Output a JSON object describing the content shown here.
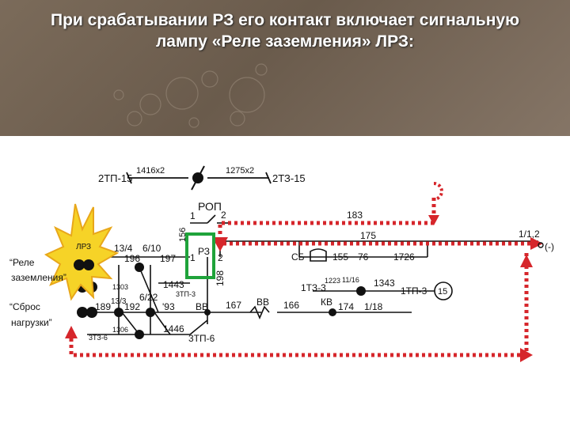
{
  "slide": {
    "title_line1": "При срабатывании РЗ его контакт включает сигнальную",
    "title_line2": "лампу «Реле заземления» ЛРЗ:"
  },
  "schematic": {
    "labels": {
      "tp15": "2ТП-15",
      "tz15": "2ТЗ-15",
      "w1416": "1416x2",
      "w1275": "1275x2",
      "rop": "РОП",
      "rop_c1": "1",
      "rop_c2": "2",
      "w183": "183",
      "w175": "175",
      "w1_1_2": "1/1,2",
      "minus": "(-)",
      "w156": "156",
      "rz": "РЗ",
      "rz_c1": "1",
      "rz_c2": "2",
      "w198": "198",
      "sb": "СБ",
      "w155": "155",
      "w76": "76",
      "w1726": "1726",
      "lpz": "ЛРЗ",
      "w13_4": "13/4",
      "w6_10": "6/10",
      "w196": "196",
      "w197": "197",
      "w1303": "1303",
      "w1443": "1443",
      "ztp3": "3ТП-3",
      "w13_3": "13/3",
      "w6_22": "6/22",
      "w189": "189",
      "w192": "192",
      "w93": "'93",
      "vv1": "ВВ",
      "w167": "167",
      "vv2": "ВВ",
      "w166": "166",
      "kv": "КВ",
      "w174": "174",
      "w1_18": "1/18",
      "tz3": "1ТЗ-3",
      "w1223": "1223",
      "w11_16": "11/16",
      "w1343": "1343",
      "tp3": "1ТП-3",
      "w15": "15",
      "w1306": "1306",
      "w1446": "1446",
      "ztp6": "3ТП-6",
      "zt36": "3ТЗ-6",
      "rele_label_1": "“Реле",
      "rele_label_2": "заземления”",
      "sbros_label_1": "“Сброс",
      "sbros_label_2": "нагрузки”"
    }
  }
}
